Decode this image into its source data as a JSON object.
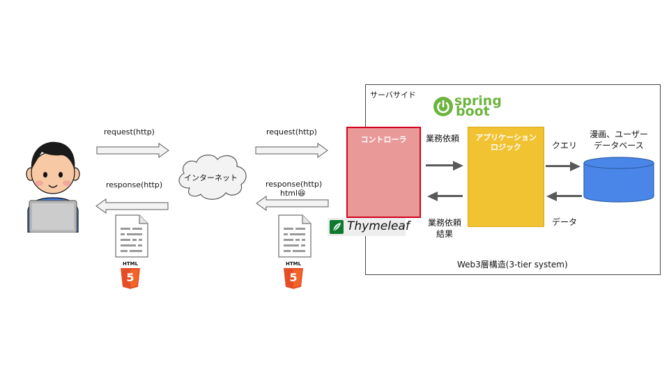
{
  "server": {
    "title": "サーバサイド",
    "footer": "Web3層構造(3-tier system)"
  },
  "spring": {
    "word1": "spring",
    "word2": "boot"
  },
  "left_flow": {
    "request": "request(http)",
    "response": "response(http)"
  },
  "internet": "インターネット",
  "mid_flow": {
    "request": "request(http)",
    "response": "response(http)",
    "response_note": "html😆"
  },
  "controller": "コントローラ",
  "thymeleaf": "Thymeleaf",
  "app_logic": "アプリケーション\nロジック",
  "business_request": "業務依頼",
  "business_result_1": "業務依頼",
  "business_result_2": "結果",
  "query": "クエリ",
  "data": "データ",
  "database": {
    "label_1": "漫画、ユーザー",
    "label_2": "データベース"
  },
  "html5": {
    "badge_text": "HTML",
    "shield_digit": "5"
  },
  "colors": {
    "controller_fill": "#ea9999",
    "controller_border": "#d0021b",
    "app_logic_fill": "#f1c232",
    "database_fill": "#4a86e8",
    "spring_green": "#6db33f",
    "thymeleaf_green": "#0f7a2e",
    "html5_orange": "#e44d26"
  },
  "icons": [
    "user-with-laptop-icon",
    "cloud-icon",
    "html-document-icon",
    "html5-icon",
    "spring-power-icon",
    "thymeleaf-leaf-icon",
    "database-cylinder-icon"
  ]
}
